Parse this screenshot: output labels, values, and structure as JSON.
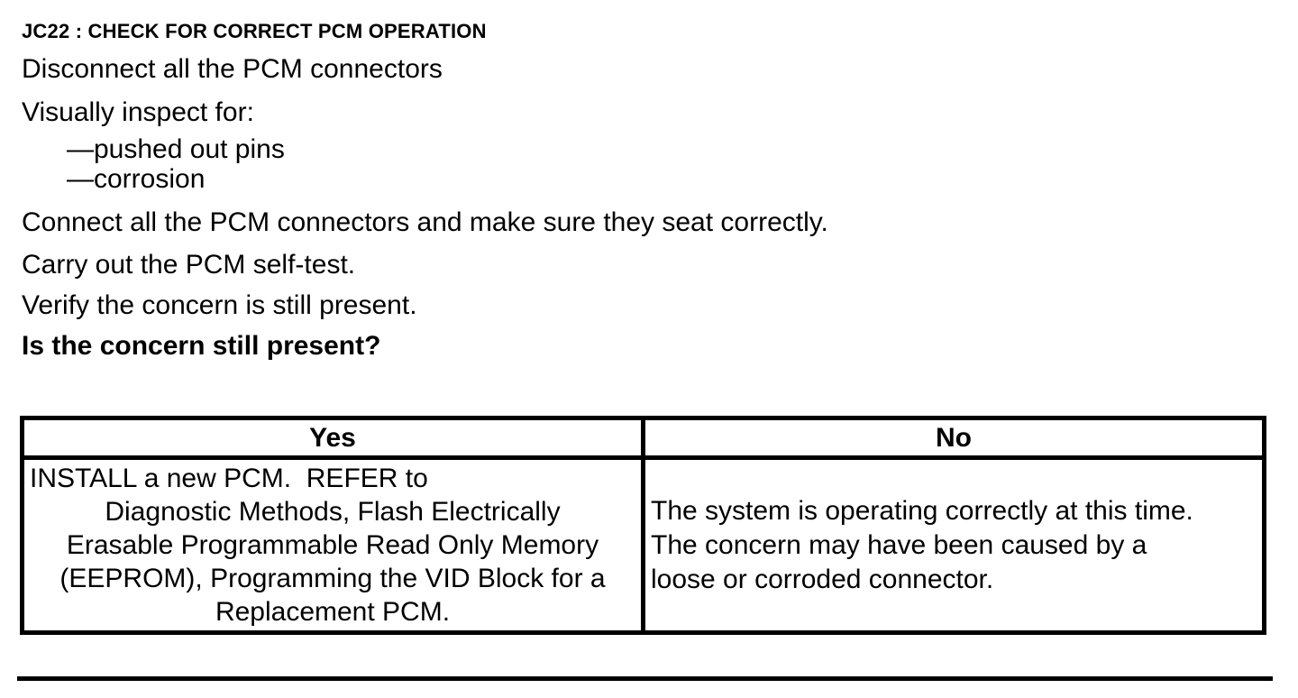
{
  "procedure": {
    "title": "JC22 : CHECK FOR CORRECT PCM OPERATION",
    "steps": {
      "disconnect": "Disconnect all the PCM connectors",
      "inspect": "Visually inspect for:",
      "inspect_items": [
        "—pushed out pins",
        "—corrosion"
      ],
      "connect": "Connect all the PCM connectors and make sure they seat correctly.",
      "self_test": "Carry out the PCM self-test.",
      "verify": "Verify the concern is still present.",
      "question": "Is the concern still present?"
    }
  },
  "decision_table": {
    "yes_header": "Yes",
    "no_header": "No",
    "yes_action_lines": [
      "INSTALL a new PCM.  REFER to",
      "Diagnostic Methods, Flash Electrically",
      "Erasable Programmable Read Only Memory",
      "(EEPROM), Programming the VID Block for a",
      "Replacement PCM."
    ],
    "no_action_lines": [
      "The system is operating correctly at this time.",
      "The concern may have been caused by a",
      "loose or corroded connector."
    ]
  },
  "colors": {
    "ink": "#000000",
    "paper": "#ffffff"
  }
}
